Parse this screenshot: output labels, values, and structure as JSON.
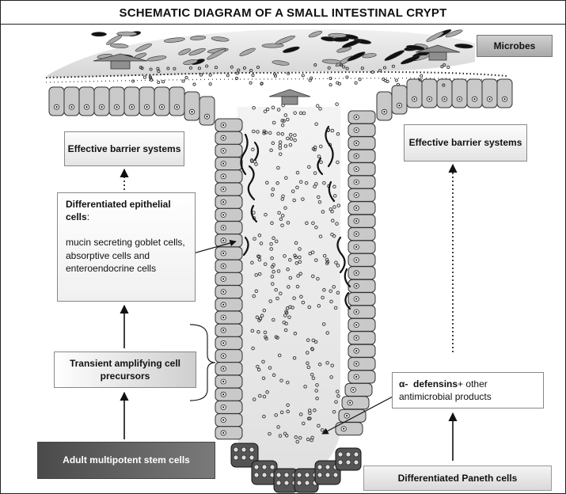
{
  "title": "SCHEMATIC DIAGRAM OF A SMALL INTESTINAL CRYPT",
  "labels": {
    "microbes": "Microbes",
    "barrier_left": "Effective barrier systems",
    "barrier_right": "Effective barrier systems",
    "differentiated_heading": "Differentiated epithelial cells",
    "differentiated_colon": ":",
    "differentiated_body": "mucin secreting goblet cells, absorptive cells and enteroendocrine cells",
    "transient": "Transient amplifying cell precursors",
    "stem": "Adult multipotent stem cells",
    "defensin_alpha": "α-",
    "defensin_bold": "defensins",
    "defensin_plus": "+ other",
    "defensin_rest": "antimicrobial products",
    "paneth": "Differentiated Paneth cells"
  },
  "colors": {
    "lumen": "#eeeeee",
    "cell_fill": "#c9c9c9",
    "cell_stroke": "#333333",
    "stem_box": "#5a5a5a",
    "outline": "#222222"
  }
}
